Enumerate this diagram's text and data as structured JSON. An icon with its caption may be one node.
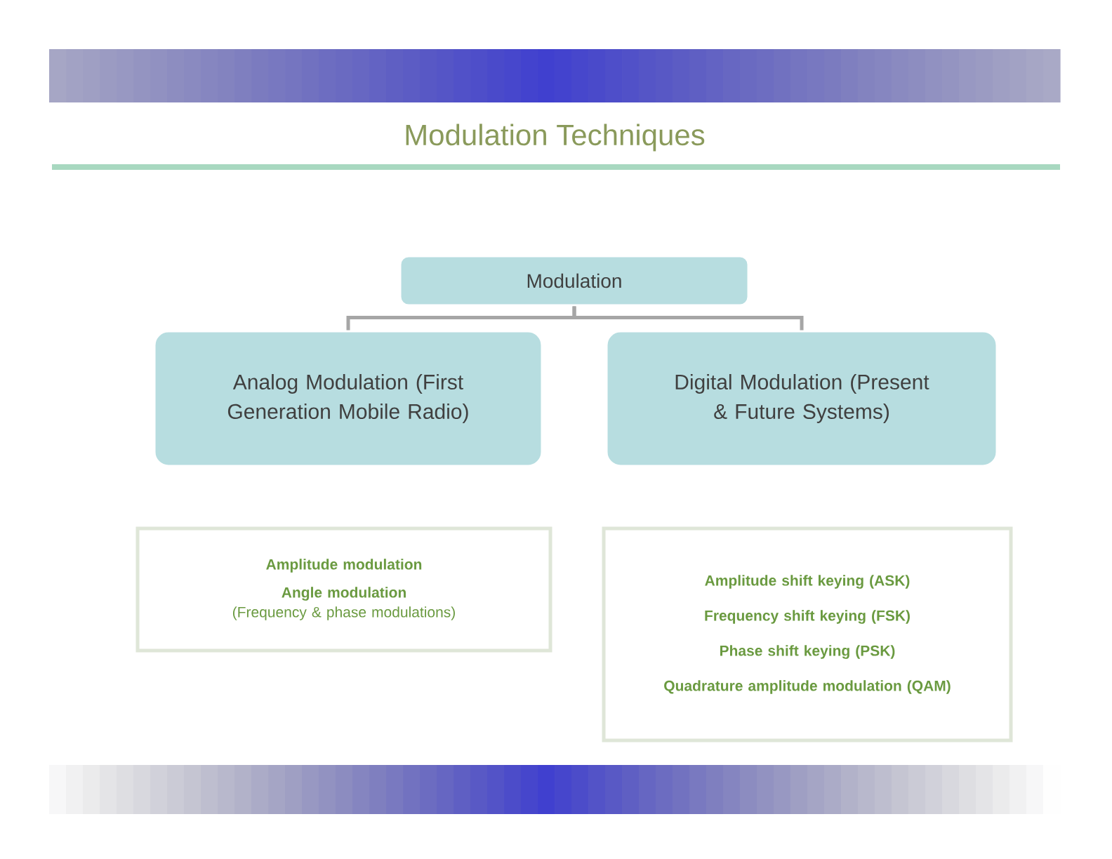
{
  "diagram": {
    "title": "Modulation Techniques",
    "nodes": [
      {
        "text": [
          "Modulation"
        ]
      },
      {
        "text": [
          "Analog Modulation (First Generation Mobile Radio)"
        ]
      },
      {
        "text": [
          "Digital Modulation (Present & Future Systems)"
        ]
      },
      {
        "text": [
          "Amplitude modulation",
          "Angle modulation",
          "(Frequency & phase modulations)"
        ]
      },
      {
        "text": [
          "Amplitude shift keying (ASK)",
          "Frequency shift keying (FSK)",
          "Phase shift keying (PSK)",
          "Quadrature amplitude modulation (QAM)"
        ]
      }
    ],
    "edges": [
      {
        "from": 0,
        "to": 1,
        "arrow": "none"
      },
      {
        "from": 0,
        "to": 2,
        "arrow": "none"
      }
    ]
  }
}
